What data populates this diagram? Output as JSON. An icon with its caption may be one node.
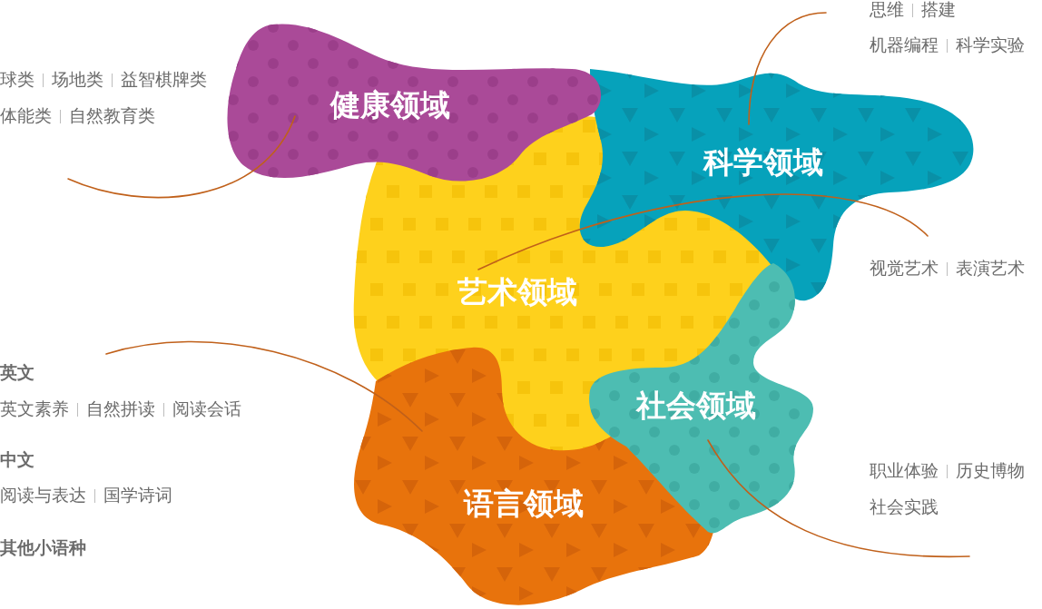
{
  "diagram": {
    "nodes": [
      {
        "text": [
          "健康领域"
        ]
      },
      {
        "text": [
          "科学领域"
        ]
      },
      {
        "text": [
          "艺术领域"
        ]
      },
      {
        "text": [
          "社会领域"
        ]
      },
      {
        "text": [
          "语言领域"
        ]
      },
      {
        "text": [
          "球类",
          "场地类",
          "益智棋牌类",
          "体能类",
          "自然教育类"
        ]
      },
      {
        "text": [
          "思维",
          "搭建",
          "机器编程",
          "科学实验"
        ]
      },
      {
        "text": [
          "视觉艺术",
          "表演艺术"
        ]
      },
      {
        "text": [
          "英文",
          "英文素养",
          "自然拼读",
          "阅读会话",
          "中文",
          "阅读与表达",
          "国学诗词",
          "其他小语种"
        ]
      },
      {
        "text": [
          "职业体验",
          "历史博物",
          "社会实践"
        ]
      }
    ],
    "edges": [
      {
        "from": 5,
        "to": 0,
        "arrow": "none"
      },
      {
        "from": 6,
        "to": 1,
        "arrow": "none"
      },
      {
        "from": 7,
        "to": 2,
        "arrow": "none"
      },
      {
        "from": 8,
        "to": 4,
        "arrow": "none"
      },
      {
        "from": 9,
        "to": 3,
        "arrow": "none"
      }
    ]
  }
}
